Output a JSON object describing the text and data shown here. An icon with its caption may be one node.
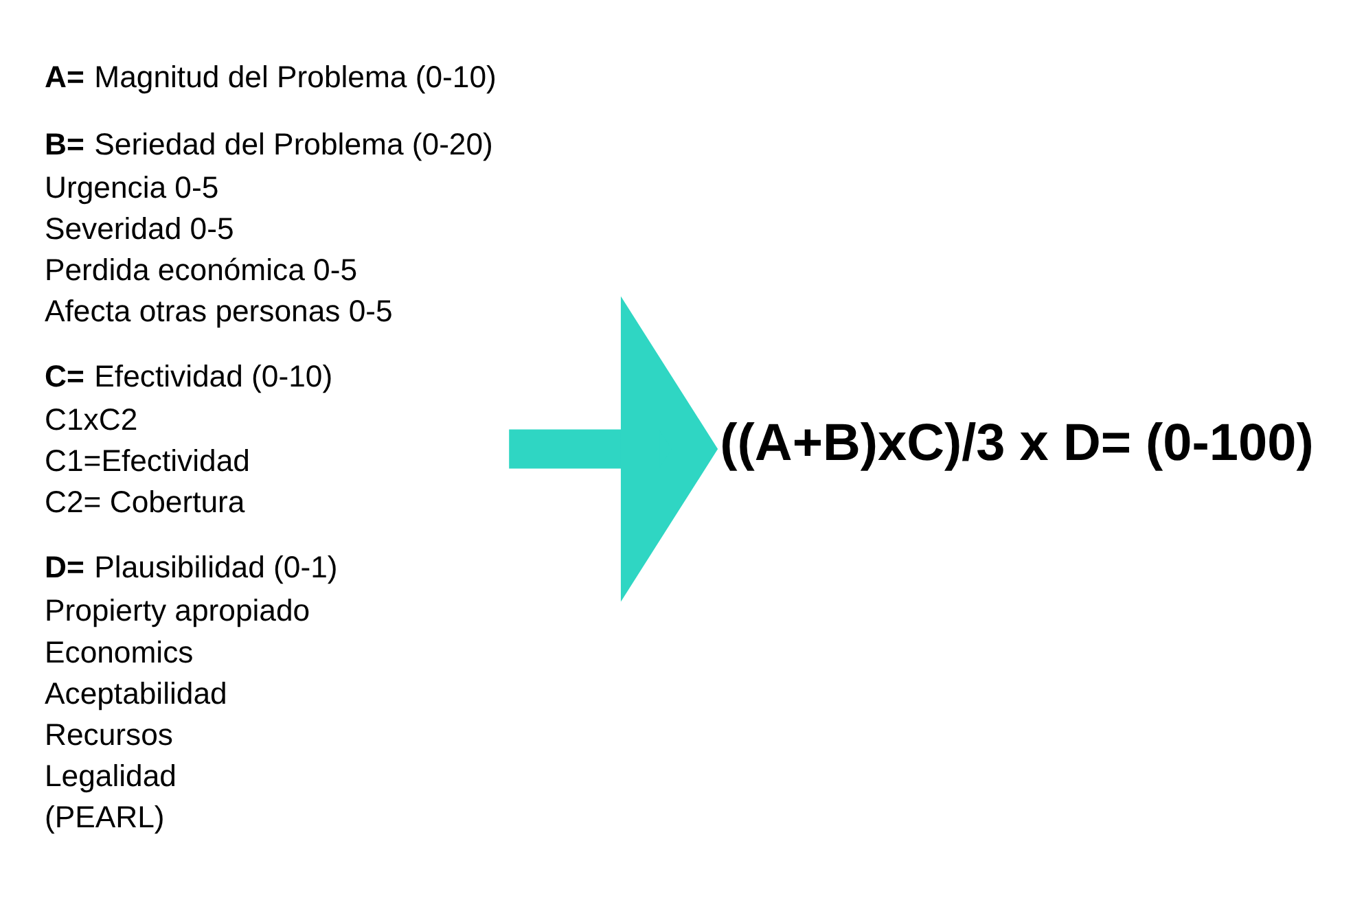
{
  "diagram": {
    "nodes": [
      {
        "text": [
          "**A=** Magnitud del Problema (0-10)",
          "**B=** Seriedad del Problema (0-20)",
          "Urgencia 0-5",
          "Severidad 0-5",
          "Perdida económica 0-5",
          "Afecta otras personas 0-5",
          "**C=** Efectividad (0-10)",
          "C1xC2",
          "C1=Efectividad",
          "C2= Cobertura",
          "**D=** Plausibilidad (0-1)",
          "Propierty apropiado",
          "Economics",
          "Aceptabilidad",
          "Recursos",
          "Legalidad",
          "(PEARL)"
        ]
      },
      {
        "text": [
          "((A+B)xC)/3 x D= (0-100)"
        ]
      }
    ],
    "edges": [
      {
        "from": 0,
        "to": 1,
        "arrow": "to",
        "color": "#2fd6c3"
      }
    ]
  }
}
